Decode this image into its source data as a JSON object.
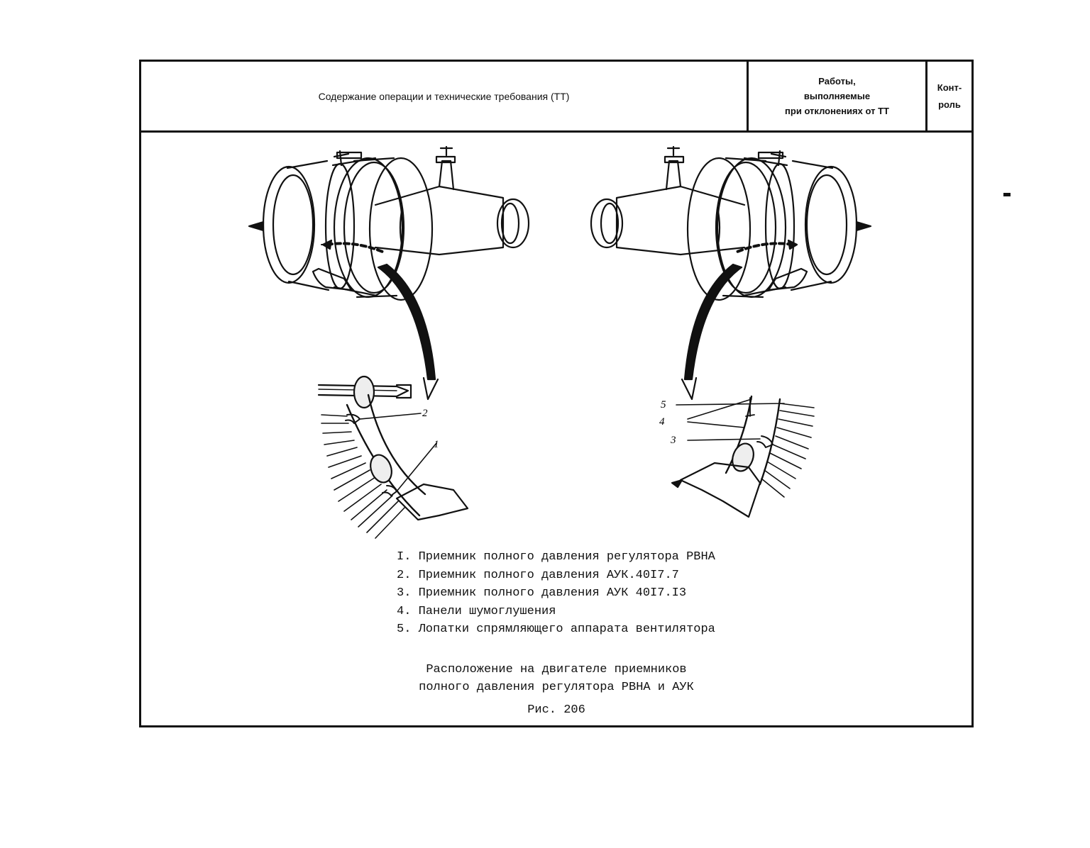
{
  "header": {
    "col1": "Содержание операции и технические требования (ТТ)",
    "col2_line1": "Работы,",
    "col2_line2": "выполняемые",
    "col2_line3": "при отклонениях от ТТ",
    "col3_line1": "Конт-",
    "col3_line2": "роль"
  },
  "callouts": {
    "c1": "1",
    "c2": "2",
    "c3": "3",
    "c4": "4",
    "c5": "5"
  },
  "legend": [
    "I. Приемник полного давления регулятора РВНА",
    "2. Приемник полного давления АУК.40I7.7",
    "3. Приемник полного давления АУК 40I7.I3",
    "4. Панели шумоглушения",
    "5. Лопатки спрямляющего аппарата вентилятора"
  ],
  "caption": {
    "line1": "Расположение на двигателе приемников",
    "line2": "полного давления регулятора РВНА и АУК"
  },
  "figure_number": "Рис. 206"
}
